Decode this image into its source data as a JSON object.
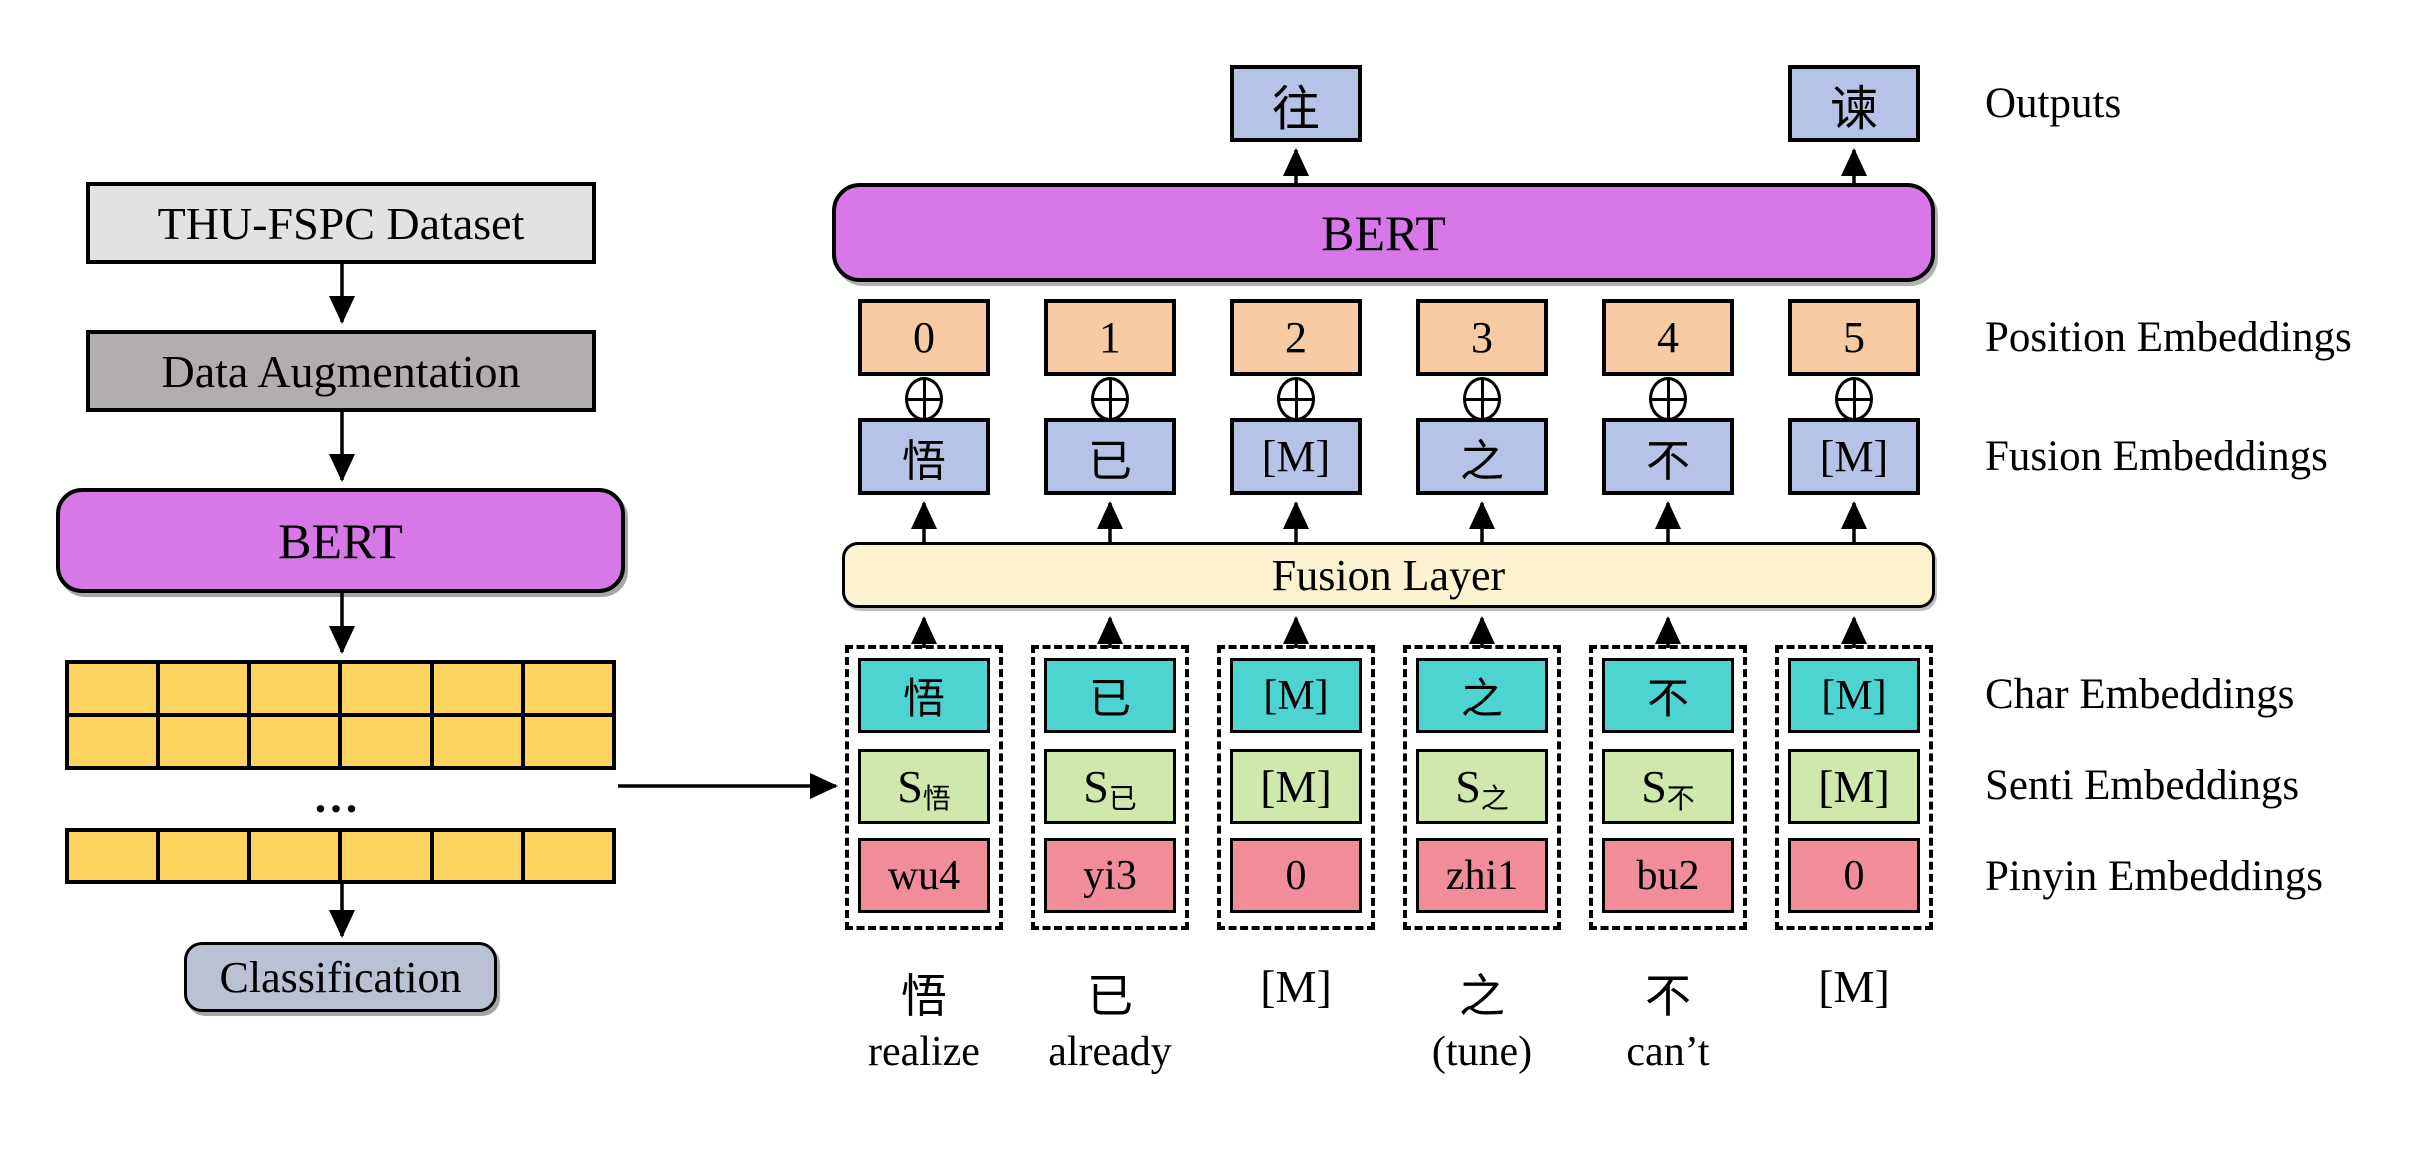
{
  "left_pipeline": {
    "dataset_label": "THU-FSPC Dataset",
    "augmentation_label": "Data Augmentation",
    "bert_label": "BERT",
    "matrix_dots": "...",
    "classification_label": "Classification",
    "matrix_top": {
      "rows": 2,
      "cols": 6
    },
    "matrix_bottom": {
      "rows": 1,
      "cols": 6
    }
  },
  "right_model": {
    "bert_label": "BERT",
    "fusion_layer_label": "Fusion Layer",
    "plus_circle_icon": "⊕",
    "outputs": {
      "col2": "往",
      "col5": "谏"
    },
    "positions": [
      "0",
      "1",
      "2",
      "3",
      "4",
      "5"
    ],
    "fusion_tokens": [
      "悟",
      "已",
      "[M]",
      "之",
      "不",
      "[M]"
    ],
    "char_tokens": [
      "悟",
      "已",
      "[M]",
      "之",
      "不",
      "[M]"
    ],
    "senti_tokens": [
      {
        "main": "S",
        "sub": "悟"
      },
      {
        "main": "S",
        "sub": "已"
      },
      {
        "main": "[M]",
        "sub": ""
      },
      {
        "main": "S",
        "sub": "之"
      },
      {
        "main": "S",
        "sub": "不"
      },
      {
        "main": "[M]",
        "sub": ""
      }
    ],
    "pinyin_tokens": [
      "wu4",
      "yi3",
      "0",
      "zhi1",
      "bu2",
      "0"
    ],
    "bottom_tokens": [
      "悟",
      "已",
      "[M]",
      "之",
      "不",
      "[M]"
    ],
    "glosses": [
      "realize",
      "already",
      "",
      "(tune)",
      "can’t",
      ""
    ]
  },
  "side_labels": {
    "outputs": "Outputs",
    "position": "Position Embeddings",
    "fusion": "Fusion Embeddings",
    "char": "Char Embeddings",
    "senti": "Senti Embeddings",
    "pinyin": "Pinyin Embeddings"
  },
  "colors": {
    "bert_magenta": "#d878e8",
    "dataset_gray": "#e2e2e2",
    "augmentation_gray": "#b3aeae",
    "matrix_yellow": "#fcd45f",
    "classification_slate": "#b9c2d4",
    "embedding_blue": "#b5c4e6",
    "position_orange": "#f8cba4",
    "fusion_cream": "#fdf2cf",
    "char_teal": "#4ed4d0",
    "senti_green": "#cfe9ad",
    "pinyin_pink": "#f08d98"
  }
}
